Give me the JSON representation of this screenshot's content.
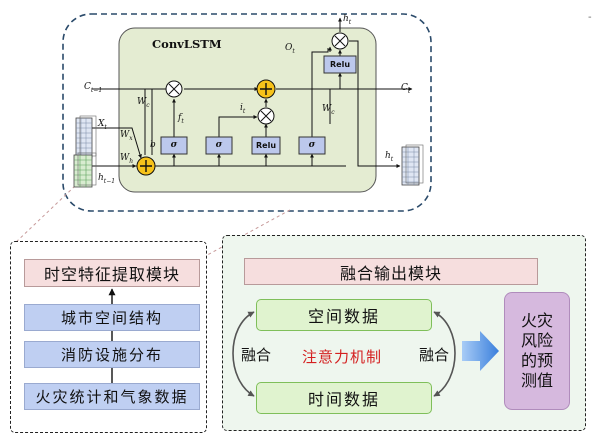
{
  "convlstm": {
    "title": "ConvLSTM",
    "output_gate_label": "O",
    "output_gate_sub": "t",
    "symbols": {
      "c_prev": "C",
      "c_prev_sub": "t−1",
      "c_next": "C",
      "c_next_sub": "t",
      "x": "X",
      "x_sub": "t",
      "h_prev": "h",
      "h_prev_sub": "t−1",
      "h_out": "h",
      "h_out_sub": "t",
      "h_top": "h",
      "h_top_sub": "t",
      "f": "f",
      "f_sub": "t",
      "i": "i",
      "i_sub": "t",
      "w_c_left": "W",
      "w_c_left_sub": "c",
      "w_c_right": "W",
      "w_c_right_sub": "c",
      "w_x": "W",
      "w_x_sub": "x",
      "w_h": "W",
      "w_h_sub": "h",
      "b": "b"
    },
    "gates": {
      "sigma": "σ",
      "relu": "Relu"
    }
  },
  "left_panel": {
    "stf_label": "时空特征提取模块",
    "features": [
      "城市空间结构",
      "消防设施分布",
      "火灾统计和气象数据"
    ]
  },
  "right_panel": {
    "title": "融合输出模块",
    "spatial": "空间数据",
    "temporal": "时间数据",
    "attention": "注意力机制",
    "fuse_left": "融合",
    "fuse_right": "融合",
    "result": "火灾风险的预测值"
  },
  "misc": {
    "tick": "-"
  }
}
